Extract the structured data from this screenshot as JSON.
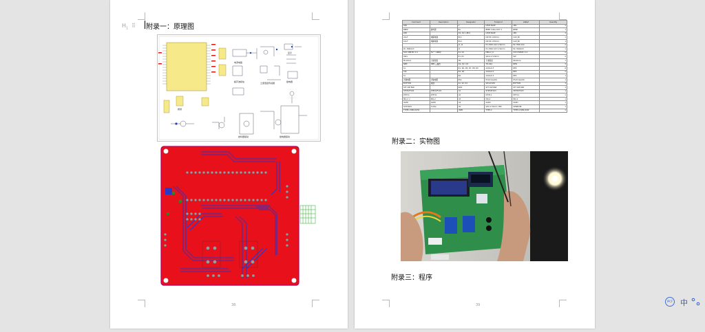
{
  "document": {
    "left_page": {
      "heading": "附录一：原理图",
      "page_number": "38",
      "schematic_labels": [
        "电源电路",
        "超声波模块",
        "土壤湿度传感器",
        "继电器",
        "显示",
        "按键",
        "蜂鸣器驱动",
        "继电器驱动"
      ]
    },
    "right_page": {
      "heading_photo": "附录二：实物图",
      "heading_program": "附录三：程序",
      "page_number": "39"
    },
    "bom": {
      "columns": [
        "Comment",
        "Description",
        "Designator",
        "Footprint",
        "LibRef",
        "Quantity"
      ],
      "rows": [
        [
          "LED",
          "",
          "1",
          "LED5 BLUE",
          "LED",
          "1"
        ],
        [
          "BEEP",
          "蜂鸣器",
          "B1",
          "BEEP 5 BIG DOT 3",
          "BEEP",
          "1"
        ],
        [
          "LED",
          "",
          "D1, D2, LED1",
          "LED5 BLUE",
          "LED",
          "3"
        ],
        [
          "22uF",
          "电解电容",
          "EC1",
          "DIP-EC 2X5X11",
          "CAP_EC",
          "1"
        ],
        [
          "10uF",
          "电解电容",
          "EC2",
          "DIP-EC 2X5X11",
          "CAP_EC",
          "1"
        ],
        [
          "",
          "",
          "J1, J2",
          "Pin HDR 1X2 2.54mm",
          "Pin HDR 1X2",
          "2"
        ],
        [
          "Pin HDR1X3",
          "",
          "J3",
          "Pin HDR 1X3 2.54mm",
          "Pin HDR1X3",
          "1"
        ],
        [
          "5V0 USB BC 3-4",
          "5V一 USB母",
          "K1, K2",
          "DBG-C_K",
          "5V0 USB BC 3-4",
          "2"
        ],
        [
          "SW1",
          "",
          "P1, P2",
          "SW-4.2 5.8mm",
          "SW",
          "2"
        ],
        [
          "Moisture",
          "土壤湿度",
          "M1",
          "土壤湿度",
          "Moisture",
          "1"
        ],
        [
          "NPN",
          "NPN 三极管",
          "Q1, Q2, Q3",
          "TO-92A",
          "NPN",
          "3"
        ],
        [
          "1k",
          "",
          "R1, R4, R5, R7, R8, R9",
          "AXIAL0.3",
          "RES",
          "6"
        ],
        [
          "10k",
          "",
          "R2, R3",
          "AXIAL0.3",
          "RES",
          "2"
        ],
        [
          "1k",
          "",
          "R6",
          "AXIAL0.3",
          "RES",
          "1"
        ],
        [
          "光敏电阻",
          "光敏电阻",
          "RS1",
          "Photoresistor",
          "Photoresistor",
          "1"
        ],
        [
          "BUTTON",
          "按键",
          "S1, S2, S3",
          "SW-4X4X5",
          "BUTTON",
          "3"
        ],
        [
          "STT DIP 8S8",
          "",
          "SW1",
          "STT DIP 8S8",
          "STT DIP 8S8",
          "1"
        ],
        [
          "STM32F103",
          "STM32F103",
          "U1",
          "STM32F103",
          "STM32F103",
          "1"
        ],
        [
          "DHT11",
          "DHT11",
          "U2",
          "DHT11",
          "DHT11",
          "1"
        ],
        [
          "MQ-2 ×",
          "MQ-2",
          "U3",
          "MQ-2",
          "MQ-2",
          "1"
        ],
        [
          "OLED",
          "OLED",
          "U4",
          "OLED",
          "OLED",
          "1"
        ],
        [
          "SHT30U5",
          "5.0OA",
          "U5",
          "SHU 2.54mm 7B0",
          "SHSB53B",
          "1"
        ],
        [
          "TYPEC-USB2-6CW",
          "",
          "USB1",
          "TYPE-C",
          "TYPEC-USB2-6CW",
          "1"
        ]
      ]
    }
  },
  "tray": {
    "ime_label": "IPCF",
    "language_label": "中"
  },
  "colors": {
    "pcb_red": "#e8101a",
    "pcb_trace_blue": "#2b39c8",
    "schematic_yellow": "#f5e98a",
    "tray_blue": "#2a5bd7"
  }
}
